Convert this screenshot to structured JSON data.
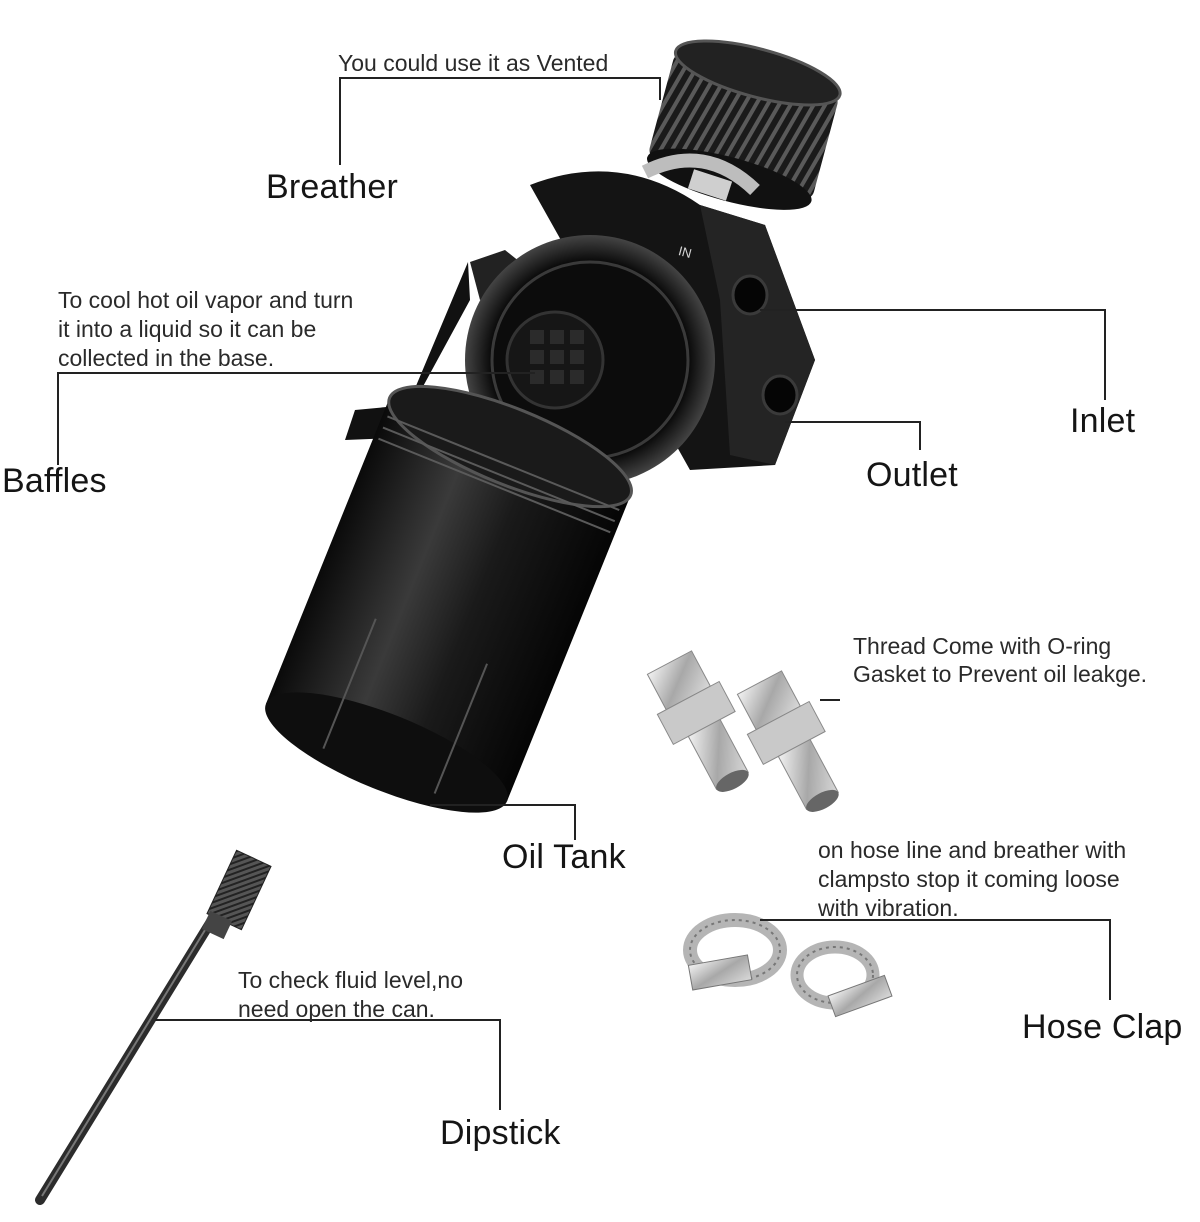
{
  "labels": {
    "breather": "Breather",
    "breather_note": "You could use it as Vented",
    "baffles": "Baffles",
    "baffles_note_1": "To cool hot oil vapor and turn",
    "baffles_note_2": "it into a liquid so it can be",
    "baffles_note_3": "collected in the base.",
    "inlet": "Inlet",
    "outlet": "Outlet",
    "oil_tank": "Oil Tank",
    "fitting_note_1": "Thread Come with O-ring",
    "fitting_note_2": "Gasket to Prevent oil leakge.",
    "clamp_note_1": "on hose line and breather with",
    "clamp_note_2": "clampsto stop it coming loose",
    "clamp_note_3": "with vibration.",
    "hose_clap": "Hose Clap",
    "dipstick_note_1": "To check fluid level,no",
    "dipstick_note_2": "need open the can.",
    "dipstick": "Dipstick",
    "cap_marking": "IN"
  }
}
